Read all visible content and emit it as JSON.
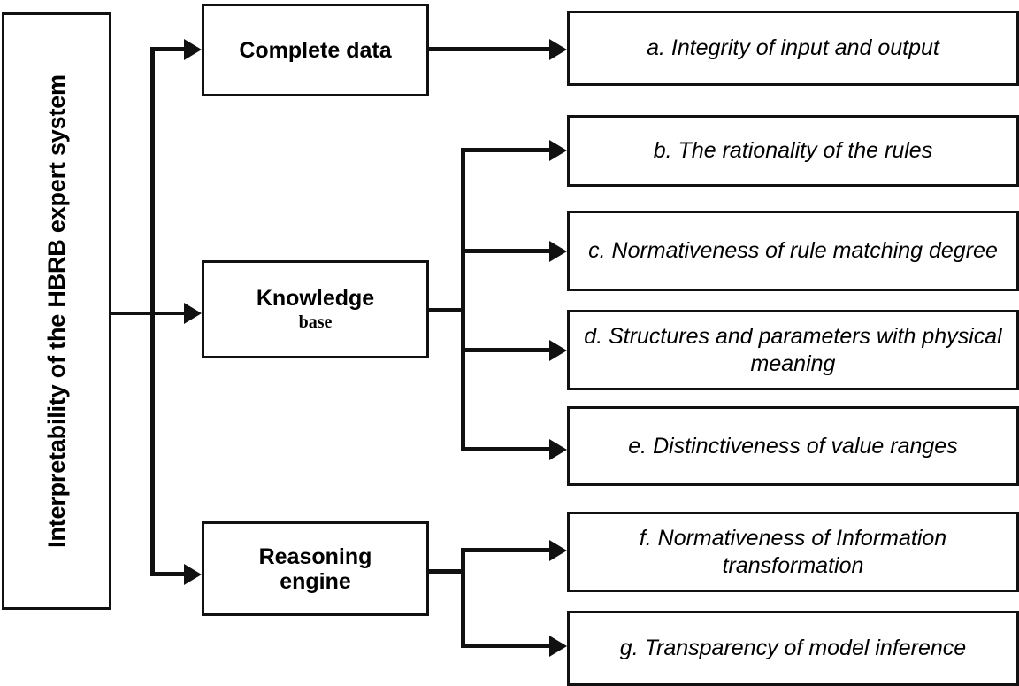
{
  "diagram": {
    "title_text": "Interpretability of the HBRB expert system",
    "stroke_color": "#111111",
    "background_color": "#ffffff",
    "root": {
      "label": "Interpretability of the HBRB expert system"
    },
    "categories": [
      {
        "id": "complete-data",
        "line1": "Complete data",
        "line2": ""
      },
      {
        "id": "knowledge-base",
        "line1": "Knowledge",
        "line2": "base"
      },
      {
        "id": "reasoning-engine",
        "line1": "Reasoning",
        "line2": "engine"
      }
    ],
    "criteria": [
      {
        "id": "a",
        "label": "a. Integrity of input and output",
        "parent": "complete-data"
      },
      {
        "id": "b",
        "label": "b. The rationality of the rules",
        "parent": "knowledge-base"
      },
      {
        "id": "c",
        "label": "c. Normativeness of rule matching degree",
        "parent": "knowledge-base"
      },
      {
        "id": "d",
        "label": "d. Structures and parameters with physical meaning",
        "parent": "knowledge-base"
      },
      {
        "id": "e",
        "label": "e. Distinctiveness of value ranges",
        "parent": "knowledge-base"
      },
      {
        "id": "f",
        "label": "f. Normativeness of Information transformation",
        "parent": "reasoning-engine"
      },
      {
        "id": "g",
        "label": "g. Transparency of model inference",
        "parent": "reasoning-engine"
      }
    ]
  }
}
